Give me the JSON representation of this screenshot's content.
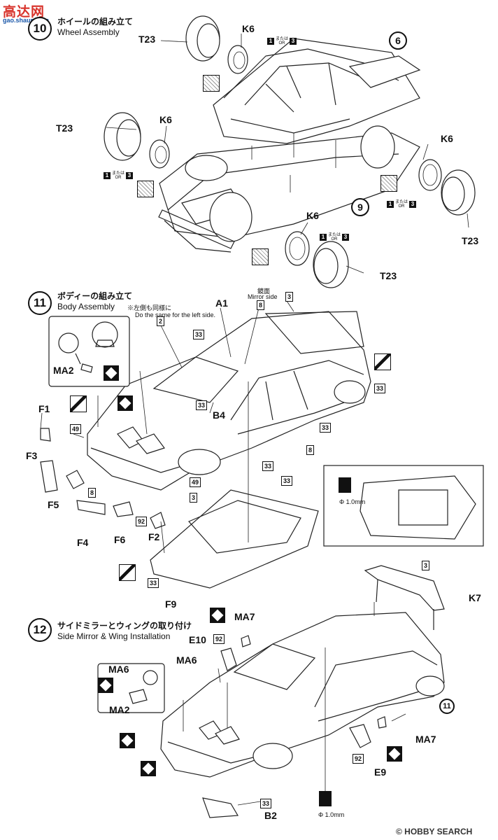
{
  "watermark_top": {
    "brand": "高达网",
    "url": "gao.shaun.com"
  },
  "step10": {
    "num": "10",
    "title_jp": "ホイールの組み立て",
    "title_en": "Wheel Assembly"
  },
  "step11": {
    "num": "11",
    "title_jp": "ボディーの組み立て",
    "title_en": "Body Assembly",
    "note_jp": "※左側も同様に",
    "note_en": "Do the same for the left side.",
    "mirror_jp": "鏡面",
    "mirror_en": "Mirror side"
  },
  "step12": {
    "num": "12",
    "title_jp": "サイドミラーとウィングの取り付け",
    "title_en": "Side Mirror & Wing Installation"
  },
  "or_jp": "または",
  "or_en": "OR",
  "sq1": "1",
  "sq3": "3",
  "ref6": "6",
  "ref9": "9",
  "ref11": "11",
  "parts": {
    "T23": "T23",
    "K6": "K6",
    "A1": "A1",
    "B4": "B4",
    "F1": "F1",
    "F2": "F2",
    "F3": "F3",
    "F4": "F4",
    "F5": "F5",
    "F6": "F6",
    "F9": "F9",
    "K7": "K7",
    "E9": "E9",
    "E10": "E10",
    "B2": "B2",
    "MA2": "MA2",
    "MA6": "MA6",
    "MA7": "MA7"
  },
  "paint": {
    "p2": "2",
    "p3": "3",
    "p8": "8",
    "p33": "33",
    "p49": "49",
    "p92": "92"
  },
  "drill": "Φ 1.0mm",
  "watermark_bottom": "© HOBBY SEARCH"
}
